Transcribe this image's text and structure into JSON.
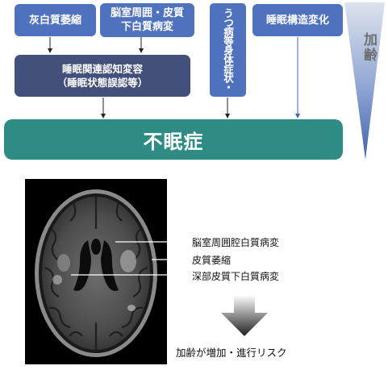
{
  "colors": {
    "light_box": "#4f72be",
    "dark_box": "#44507c",
    "teal_bar": "#2f8c84",
    "age_wedge_top": "#dde3ee",
    "age_wedge_bottom": "#3f63ad",
    "age_text": "#6e6e6e"
  },
  "boxes": {
    "gray_matter_atrophy": "灰白質萎縮",
    "periventricular_line1": "脳室周囲・皮質",
    "periventricular_line2": "下白質病変",
    "sleep_cognition_line1": "睡眠関連認知変容",
    "sleep_cognition_line2": "（睡眠状態誤認等）",
    "depression_symptoms": "うつ病等身体症状・",
    "sleep_structure_change": "睡眠構造変化"
  },
  "main_bar": "不眠症",
  "aging_label": "加齢",
  "mri_labels": {
    "periventricular": "脳室周囲腔白質病変",
    "cortical_atrophy": "皮質萎縮",
    "deep_subcortical": "深部皮質下白質病変"
  },
  "outcome": "加齢が増加・進行リスク"
}
